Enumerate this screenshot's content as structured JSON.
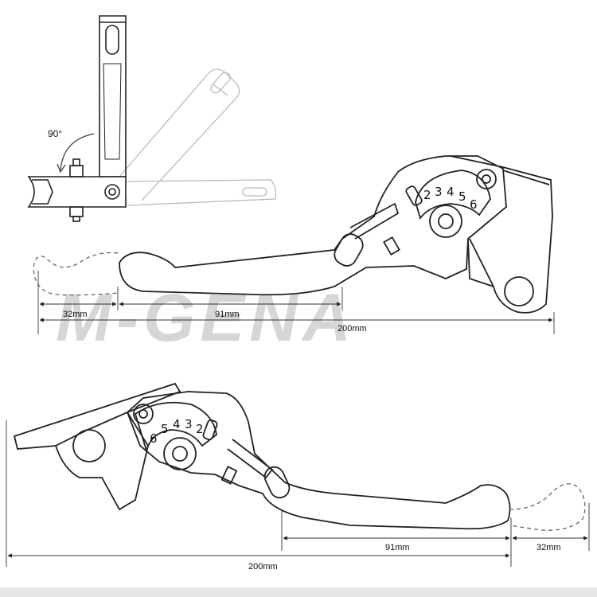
{
  "watermark": "M-GENA",
  "angle_label": "90°",
  "top_lever": {
    "dim_short": "32mm",
    "dim_mid": "91mm",
    "dim_total": "200mm",
    "scale_digits": [
      "2",
      "3",
      "4",
      "5",
      "6"
    ]
  },
  "bottom_lever": {
    "dim_short": "32mm",
    "dim_mid": "91mm",
    "dim_total": "200mm",
    "scale_digits": [
      "6",
      "5",
      "4",
      "3",
      "2"
    ]
  }
}
